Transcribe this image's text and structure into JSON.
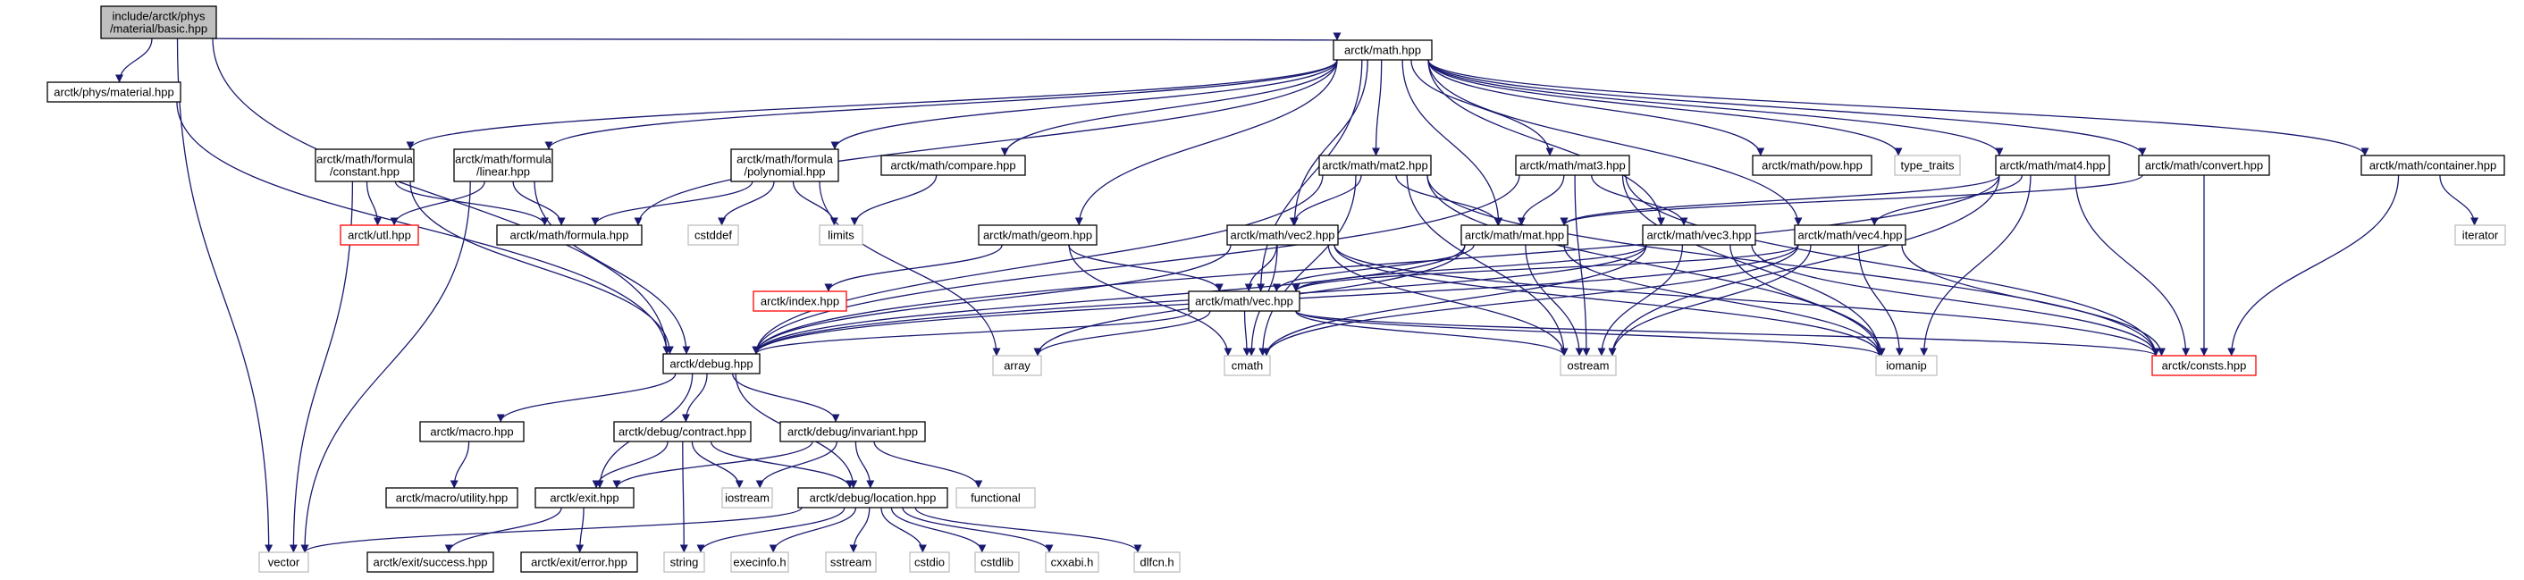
{
  "colors": {
    "edge": "#191970",
    "root_fill": "#bfbfbf",
    "root_border": "#000000",
    "node_border": "#000000",
    "system_border": "#bfbfbf",
    "truncated_border": "#ff0000",
    "node_fill": "#ffffff"
  },
  "graph": {
    "title": "Include dependency graph",
    "nodes": [
      {
        "id": "root",
        "lines": [
          "include/arctk/phys",
          "/material/basic.hpp"
        ],
        "kind": "root"
      },
      {
        "id": "material",
        "lines": [
          "arctk/phys/material.hpp"
        ],
        "kind": "normal"
      },
      {
        "id": "math",
        "lines": [
          "arctk/math.hpp"
        ],
        "kind": "normal"
      },
      {
        "id": "constant",
        "lines": [
          "arctk/math/formula",
          "/constant.hpp"
        ],
        "kind": "normal"
      },
      {
        "id": "linear",
        "lines": [
          "arctk/math/formula",
          "/linear.hpp"
        ],
        "kind": "normal"
      },
      {
        "id": "polynomial",
        "lines": [
          "arctk/math/formula",
          "/polynomial.hpp"
        ],
        "kind": "normal"
      },
      {
        "id": "compare",
        "lines": [
          "arctk/math/compare.hpp"
        ],
        "kind": "normal"
      },
      {
        "id": "mat2",
        "lines": [
          "arctk/math/mat2.hpp"
        ],
        "kind": "normal"
      },
      {
        "id": "mat3",
        "lines": [
          "arctk/math/mat3.hpp"
        ],
        "kind": "normal"
      },
      {
        "id": "pow",
        "lines": [
          "arctk/math/pow.hpp"
        ],
        "kind": "normal"
      },
      {
        "id": "type_traits",
        "lines": [
          "type_traits"
        ],
        "kind": "system"
      },
      {
        "id": "mat4",
        "lines": [
          "arctk/math/mat4.hpp"
        ],
        "kind": "normal"
      },
      {
        "id": "convert",
        "lines": [
          "arctk/math/convert.hpp"
        ],
        "kind": "normal"
      },
      {
        "id": "container",
        "lines": [
          "arctk/math/container.hpp"
        ],
        "kind": "normal"
      },
      {
        "id": "utl",
        "lines": [
          "arctk/utl.hpp"
        ],
        "kind": "truncated"
      },
      {
        "id": "formula",
        "lines": [
          "arctk/math/formula.hpp"
        ],
        "kind": "normal"
      },
      {
        "id": "cstddef",
        "lines": [
          "cstddef"
        ],
        "kind": "system"
      },
      {
        "id": "limits",
        "lines": [
          "limits"
        ],
        "kind": "system"
      },
      {
        "id": "geom",
        "lines": [
          "arctk/math/geom.hpp"
        ],
        "kind": "normal"
      },
      {
        "id": "vec2",
        "lines": [
          "arctk/math/vec2.hpp"
        ],
        "kind": "normal"
      },
      {
        "id": "mat",
        "lines": [
          "arctk/math/mat.hpp"
        ],
        "kind": "normal"
      },
      {
        "id": "vec3",
        "lines": [
          "arctk/math/vec3.hpp"
        ],
        "kind": "normal"
      },
      {
        "id": "vec4",
        "lines": [
          "arctk/math/vec4.hpp"
        ],
        "kind": "normal"
      },
      {
        "id": "iterator",
        "lines": [
          "iterator"
        ],
        "kind": "system"
      },
      {
        "id": "index",
        "lines": [
          "arctk/index.hpp"
        ],
        "kind": "truncated"
      },
      {
        "id": "vec",
        "lines": [
          "arctk/math/vec.hpp"
        ],
        "kind": "normal"
      },
      {
        "id": "debug",
        "lines": [
          "arctk/debug.hpp"
        ],
        "kind": "normal"
      },
      {
        "id": "array",
        "lines": [
          "array"
        ],
        "kind": "system"
      },
      {
        "id": "cmath",
        "lines": [
          "cmath"
        ],
        "kind": "system"
      },
      {
        "id": "ostream",
        "lines": [
          "ostream"
        ],
        "kind": "system"
      },
      {
        "id": "iomanip",
        "lines": [
          "iomanip"
        ],
        "kind": "system"
      },
      {
        "id": "consts",
        "lines": [
          "arctk/consts.hpp"
        ],
        "kind": "truncated"
      },
      {
        "id": "macro",
        "lines": [
          "arctk/macro.hpp"
        ],
        "kind": "normal"
      },
      {
        "id": "contract",
        "lines": [
          "arctk/debug/contract.hpp"
        ],
        "kind": "normal"
      },
      {
        "id": "invariant",
        "lines": [
          "arctk/debug/invariant.hpp"
        ],
        "kind": "normal"
      },
      {
        "id": "utility",
        "lines": [
          "arctk/macro/utility.hpp"
        ],
        "kind": "normal"
      },
      {
        "id": "exit",
        "lines": [
          "arctk/exit.hpp"
        ],
        "kind": "normal"
      },
      {
        "id": "iostream",
        "lines": [
          "iostream"
        ],
        "kind": "system"
      },
      {
        "id": "functional",
        "lines": [
          "functional"
        ],
        "kind": "system"
      },
      {
        "id": "location",
        "lines": [
          "arctk/debug/location.hpp"
        ],
        "kind": "normal"
      },
      {
        "id": "vector",
        "lines": [
          "vector"
        ],
        "kind": "system"
      },
      {
        "id": "success",
        "lines": [
          "arctk/exit/success.hpp"
        ],
        "kind": "normal"
      },
      {
        "id": "error",
        "lines": [
          "arctk/exit/error.hpp"
        ],
        "kind": "normal"
      },
      {
        "id": "string",
        "lines": [
          "string"
        ],
        "kind": "system"
      },
      {
        "id": "execinfo",
        "lines": [
          "execinfo.h"
        ],
        "kind": "system"
      },
      {
        "id": "sstream",
        "lines": [
          "sstream"
        ],
        "kind": "system"
      },
      {
        "id": "cstdio",
        "lines": [
          "cstdio"
        ],
        "kind": "system"
      },
      {
        "id": "cstdlib",
        "lines": [
          "cstdlib"
        ],
        "kind": "system"
      },
      {
        "id": "cxxabi",
        "lines": [
          "cxxabi.h"
        ],
        "kind": "system"
      },
      {
        "id": "dlfcn",
        "lines": [
          "dlfcn.h"
        ],
        "kind": "system"
      }
    ],
    "edges": [
      [
        "root",
        "material"
      ],
      [
        "root",
        "math"
      ],
      [
        "root",
        "debug"
      ],
      [
        "root",
        "vector"
      ],
      [
        "material",
        "debug"
      ],
      [
        "math",
        "constant"
      ],
      [
        "math",
        "linear"
      ],
      [
        "math",
        "polynomial"
      ],
      [
        "math",
        "compare"
      ],
      [
        "math",
        "mat2"
      ],
      [
        "math",
        "mat3"
      ],
      [
        "math",
        "pow"
      ],
      [
        "math",
        "type_traits"
      ],
      [
        "math",
        "mat4"
      ],
      [
        "math",
        "convert"
      ],
      [
        "math",
        "container"
      ],
      [
        "math",
        "formula"
      ],
      [
        "math",
        "geom"
      ],
      [
        "math",
        "vec2"
      ],
      [
        "math",
        "mat"
      ],
      [
        "math",
        "vec3"
      ],
      [
        "math",
        "vec4"
      ],
      [
        "math",
        "vec"
      ],
      [
        "constant",
        "utl"
      ],
      [
        "constant",
        "formula"
      ],
      [
        "constant",
        "debug"
      ],
      [
        "constant",
        "vector"
      ],
      [
        "linear",
        "utl"
      ],
      [
        "linear",
        "formula"
      ],
      [
        "linear",
        "debug"
      ],
      [
        "linear",
        "vector"
      ],
      [
        "polynomial",
        "formula"
      ],
      [
        "polynomial",
        "cstddef"
      ],
      [
        "polynomial",
        "limits"
      ],
      [
        "polynomial",
        "array"
      ],
      [
        "compare",
        "limits"
      ],
      [
        "mat2",
        "vec2"
      ],
      [
        "mat2",
        "mat"
      ],
      [
        "mat2",
        "debug"
      ],
      [
        "mat2",
        "ostream"
      ],
      [
        "mat2",
        "iomanip"
      ],
      [
        "mat2",
        "cmath"
      ],
      [
        "mat2",
        "consts"
      ],
      [
        "mat3",
        "vec3"
      ],
      [
        "mat3",
        "mat"
      ],
      [
        "mat3",
        "debug"
      ],
      [
        "mat3",
        "ostream"
      ],
      [
        "mat3",
        "iomanip"
      ],
      [
        "mat3",
        "consts"
      ],
      [
        "mat4",
        "vec4"
      ],
      [
        "mat4",
        "mat"
      ],
      [
        "mat4",
        "debug"
      ],
      [
        "mat4",
        "ostream"
      ],
      [
        "mat4",
        "iomanip"
      ],
      [
        "mat4",
        "consts"
      ],
      [
        "convert",
        "mat"
      ],
      [
        "convert",
        "consts"
      ],
      [
        "container",
        "iterator"
      ],
      [
        "container",
        "consts"
      ],
      [
        "geom",
        "index"
      ],
      [
        "geom",
        "vec"
      ],
      [
        "geom",
        "cmath"
      ],
      [
        "vec2",
        "vec"
      ],
      [
        "vec2",
        "debug"
      ],
      [
        "vec2",
        "ostream"
      ],
      [
        "vec2",
        "cmath"
      ],
      [
        "vec2",
        "consts"
      ],
      [
        "vec2",
        "iomanip"
      ],
      [
        "mat",
        "vec"
      ],
      [
        "mat",
        "debug"
      ],
      [
        "mat",
        "array"
      ],
      [
        "mat",
        "ostream"
      ],
      [
        "mat",
        "iomanip"
      ],
      [
        "vec3",
        "vec"
      ],
      [
        "vec3",
        "debug"
      ],
      [
        "vec3",
        "ostream"
      ],
      [
        "vec3",
        "cmath"
      ],
      [
        "vec3",
        "consts"
      ],
      [
        "vec3",
        "iomanip"
      ],
      [
        "vec4",
        "vec"
      ],
      [
        "vec4",
        "debug"
      ],
      [
        "vec4",
        "ostream"
      ],
      [
        "vec4",
        "cmath"
      ],
      [
        "vec4",
        "consts"
      ],
      [
        "vec4",
        "iomanip"
      ],
      [
        "vec",
        "debug"
      ],
      [
        "vec",
        "array"
      ],
      [
        "vec",
        "cmath"
      ],
      [
        "vec",
        "ostream"
      ],
      [
        "vec",
        "iomanip"
      ],
      [
        "vec",
        "consts"
      ],
      [
        "debug",
        "macro"
      ],
      [
        "debug",
        "contract"
      ],
      [
        "debug",
        "invariant"
      ],
      [
        "debug",
        "exit"
      ],
      [
        "debug",
        "location"
      ],
      [
        "macro",
        "utility"
      ],
      [
        "contract",
        "exit"
      ],
      [
        "contract",
        "string"
      ],
      [
        "contract",
        "iostream"
      ],
      [
        "contract",
        "location"
      ],
      [
        "invariant",
        "exit"
      ],
      [
        "invariant",
        "iostream"
      ],
      [
        "invariant",
        "location"
      ],
      [
        "invariant",
        "functional"
      ],
      [
        "exit",
        "success"
      ],
      [
        "exit",
        "error"
      ],
      [
        "location",
        "vector"
      ],
      [
        "location",
        "string"
      ],
      [
        "location",
        "execinfo"
      ],
      [
        "location",
        "sstream"
      ],
      [
        "location",
        "cstdio"
      ],
      [
        "location",
        "cstdlib"
      ],
      [
        "location",
        "cxxabi"
      ],
      [
        "location",
        "dlfcn"
      ]
    ]
  }
}
